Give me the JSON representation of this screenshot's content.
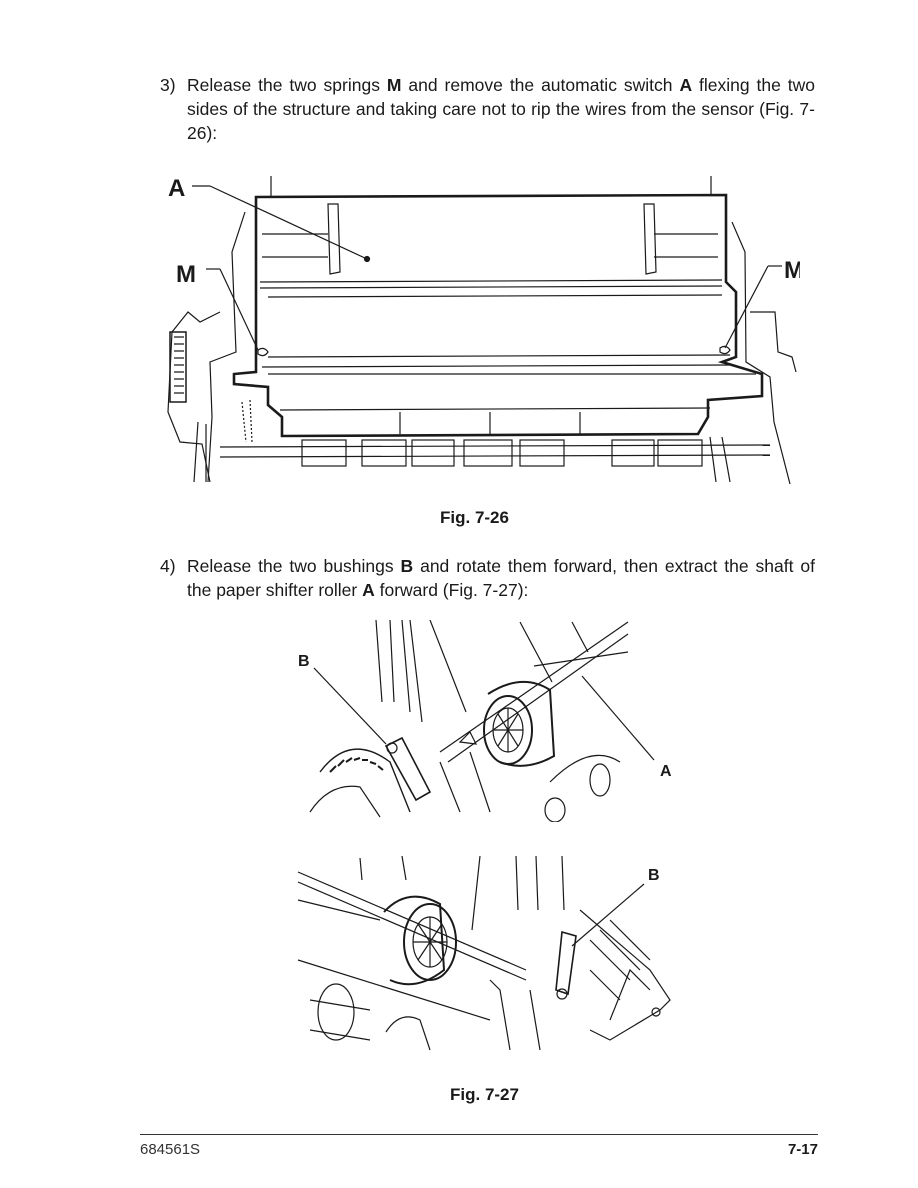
{
  "steps": [
    {
      "number": "3)",
      "text_before": "Release the two springs ",
      "bold1": "M",
      "text_mid": " and remove the automatic switch ",
      "bold2": "A",
      "text_after": " flexing the two sides of the structure and taking care not to rip the wires from the sensor (Fig. 7-26):"
    },
    {
      "number": "4)",
      "text_before": "Release the two bushings ",
      "bold1": "B",
      "text_mid": " and rotate them forward, then extract the shaft of the paper shifter roller ",
      "bold2": "A",
      "text_after": " forward (Fig. 7-27):"
    }
  ],
  "figures": [
    {
      "caption": "Fig. 7-26",
      "labels": {
        "a": "A",
        "m_left": "M",
        "m_right": "M"
      }
    },
    {
      "caption": "Fig. 7-27",
      "labels": {
        "b_top": "B",
        "a": "A",
        "b_bottom": "B"
      }
    }
  ],
  "footer": {
    "doc_code": "684561S",
    "page": "7-17"
  }
}
